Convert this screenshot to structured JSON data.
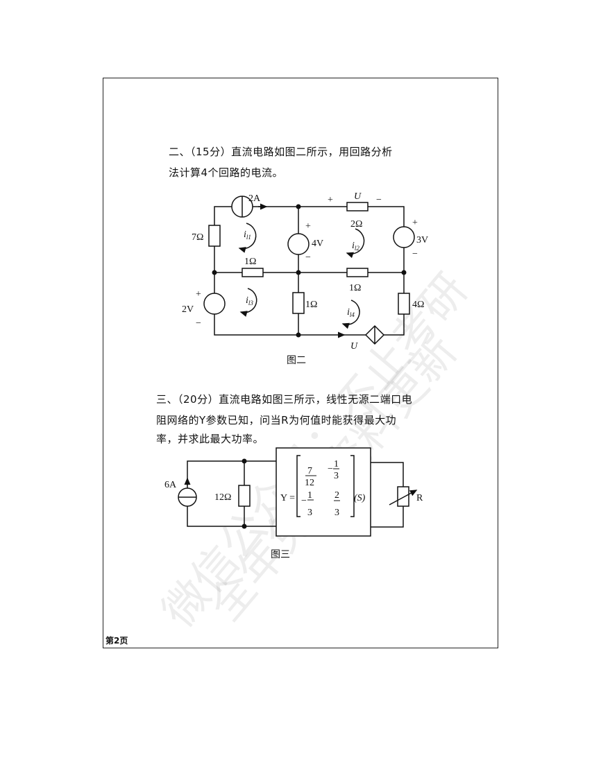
{
  "page": {
    "footer": "第2页"
  },
  "watermark": {
    "line1": "微信公众号：不止考研",
    "line2": "全年免费资料更新"
  },
  "q2": {
    "line1": "二、（15分）直流电路如图二所示，用回路分析",
    "line2": "法计算4个回路的电流。",
    "caption": "图二",
    "labels": {
      "current_source": "2A",
      "r7": "7Ω",
      "v4": "4V",
      "r2": "2Ω",
      "v3": "3V",
      "r1_left": "1Ω",
      "r1_right": "1Ω",
      "r1_vert": "1Ω",
      "r4": "4Ω",
      "v2": "2V",
      "u_top": "U",
      "u_dep": "U",
      "plus": "+",
      "minus": "−",
      "il1": "i",
      "il1_sub": "l1",
      "il2": "i",
      "il2_sub": "l2",
      "il3": "i",
      "il3_sub": "l3",
      "il4": "i",
      "il4_sub": "l4"
    }
  },
  "q3": {
    "line1": "三、（20分）直流电路如图三所示，线性无源二端口电",
    "line2": "阻网络的Y参数已知，问当R为何值时能获得最大功",
    "line3": "率，并求此最大功率。",
    "caption": "图三",
    "labels": {
      "source": "6A",
      "r12": "12Ω",
      "r": "R",
      "y": "Y =",
      "unit": "(S)"
    },
    "matrix": {
      "a11_num": "7",
      "a11_den": "12",
      "a12_num": "1",
      "a12_den": "3",
      "a21_num": "1",
      "a21_den": "3",
      "a22_num": "2",
      "a22_den": "3",
      "neg": "−"
    }
  }
}
